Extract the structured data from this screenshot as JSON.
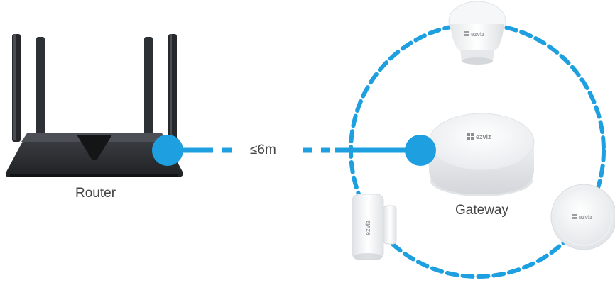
{
  "diagram": {
    "router_label": "Router",
    "gateway_label": "Gateway",
    "distance_label": "≤6m",
    "brand_mark": "ezviz",
    "connector_color": "#1ea0e0"
  }
}
